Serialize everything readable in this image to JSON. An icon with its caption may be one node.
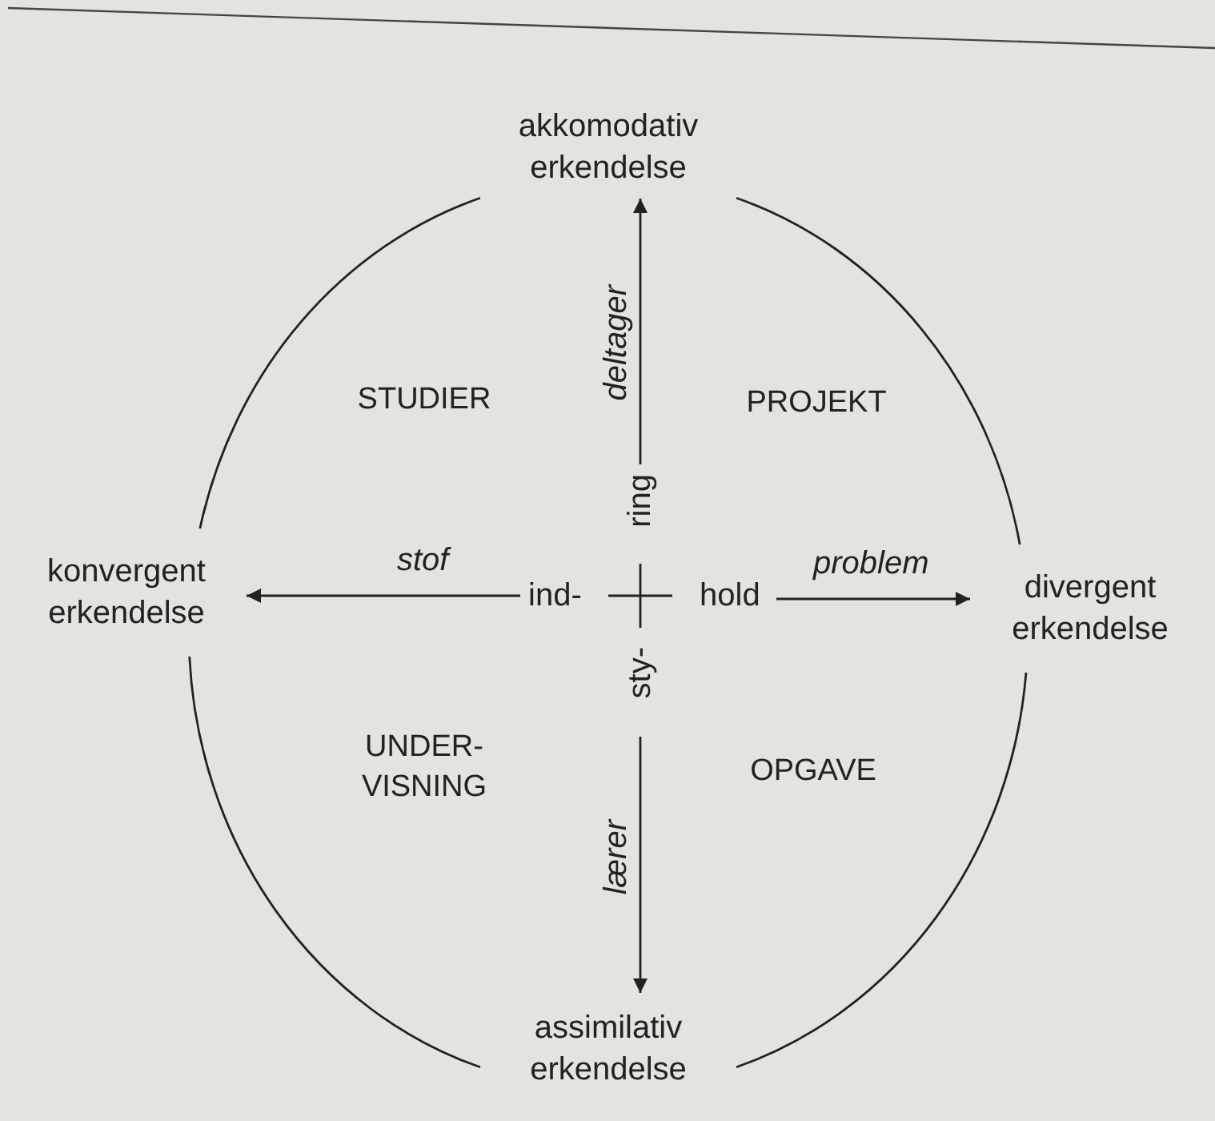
{
  "diagram": {
    "nodes": [
      {
        "text": [
          "akkomodativ erkendelse"
        ]
      },
      {
        "text": [
          "konvergent erkendelse"
        ]
      },
      {
        "text": [
          "divergent erkendelse"
        ]
      },
      {
        "text": [
          "assimilativ erkendelse"
        ]
      },
      {
        "text": [
          "ind-",
          "hold",
          "ring",
          "sty-"
        ]
      }
    ],
    "edges": [
      {
        "from": 4,
        "to": 0,
        "arrow": "to",
        "label": "deltager"
      },
      {
        "from": 4,
        "to": 1,
        "arrow": "to",
        "label": "stof"
      },
      {
        "from": 4,
        "to": 2,
        "arrow": "to",
        "label": "problem"
      },
      {
        "from": 4,
        "to": 3,
        "arrow": "to",
        "label": "lærer"
      },
      {
        "from": 0,
        "to": 1,
        "arrow": "none"
      },
      {
        "from": 0,
        "to": 2,
        "arrow": "none"
      },
      {
        "from": 1,
        "to": 3,
        "arrow": "none"
      },
      {
        "from": 2,
        "to": 3,
        "arrow": "none"
      }
    ],
    "labels": [
      "STUDIER",
      "PROJEKT",
      "UNDER- VISNING",
      "OPGAVE"
    ]
  }
}
